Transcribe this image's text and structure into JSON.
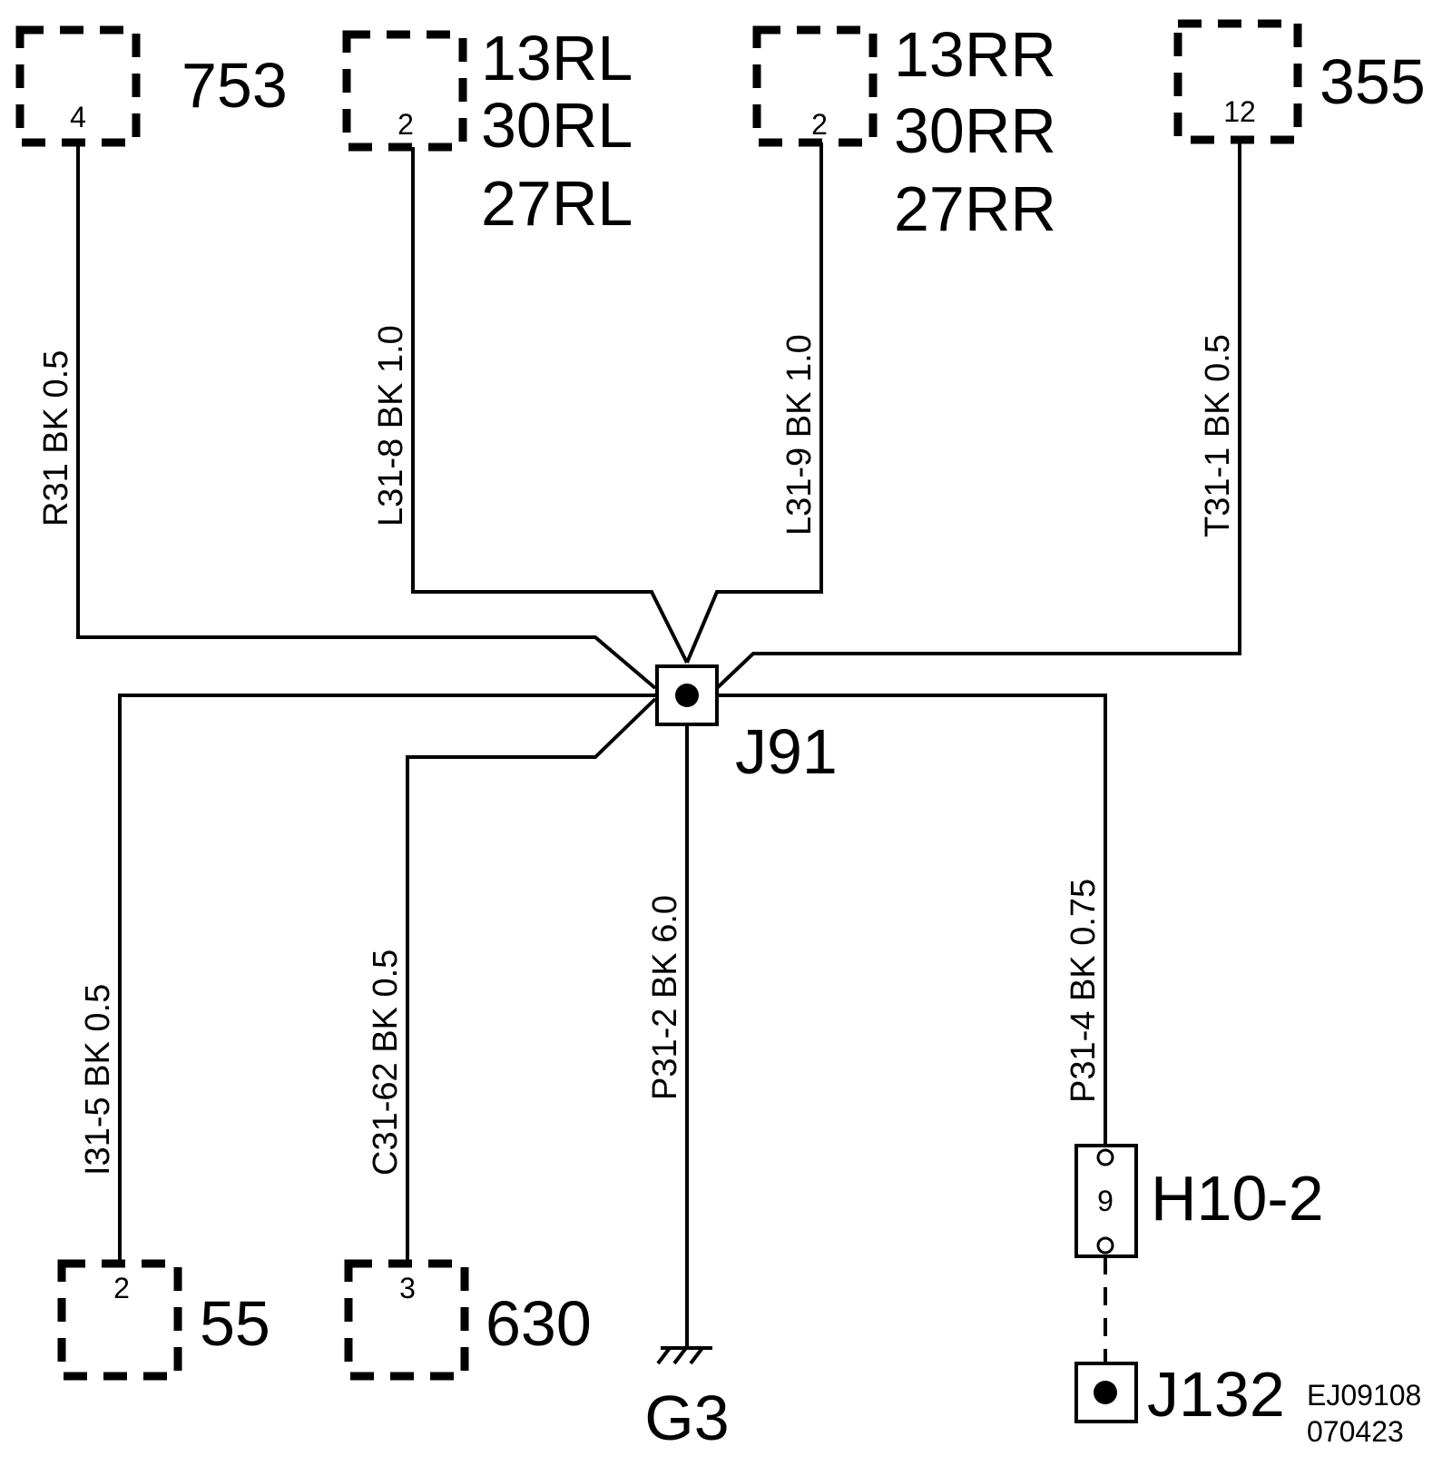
{
  "connectors": {
    "c753": {
      "id": "753",
      "pin": "4"
    },
    "c13rl": {
      "lines": [
        "13RL",
        "30RL",
        "27RL"
      ],
      "pin": "2"
    },
    "c13rr": {
      "lines": [
        "13RR",
        "30RR",
        "27RR"
      ],
      "pin": "2"
    },
    "c355": {
      "id": "355",
      "pin": "12"
    },
    "c55": {
      "id": "55",
      "pin": "2"
    },
    "c630": {
      "id": "630",
      "pin": "3"
    }
  },
  "wires": {
    "r31": "R31  BK  0.5",
    "l31_8": "L31-8  BK  1.0",
    "l31_9": "L31-9  BK  1.0",
    "t31_1": "T31-1  BK  0.5",
    "i31_5": "I31-5  BK  0.5",
    "c31_62": "C31-62  BK  0.5",
    "p31_2": "P31-2  BK  6.0",
    "p31_4": "P31-4  BK  0.75"
  },
  "splice": {
    "id": "J91"
  },
  "ground": {
    "id": "G3"
  },
  "inline_connector": {
    "id": "H10-2",
    "pin": "9"
  },
  "splice2": {
    "id": "J132"
  },
  "footer": {
    "code": "EJ09108",
    "date": "070423"
  }
}
